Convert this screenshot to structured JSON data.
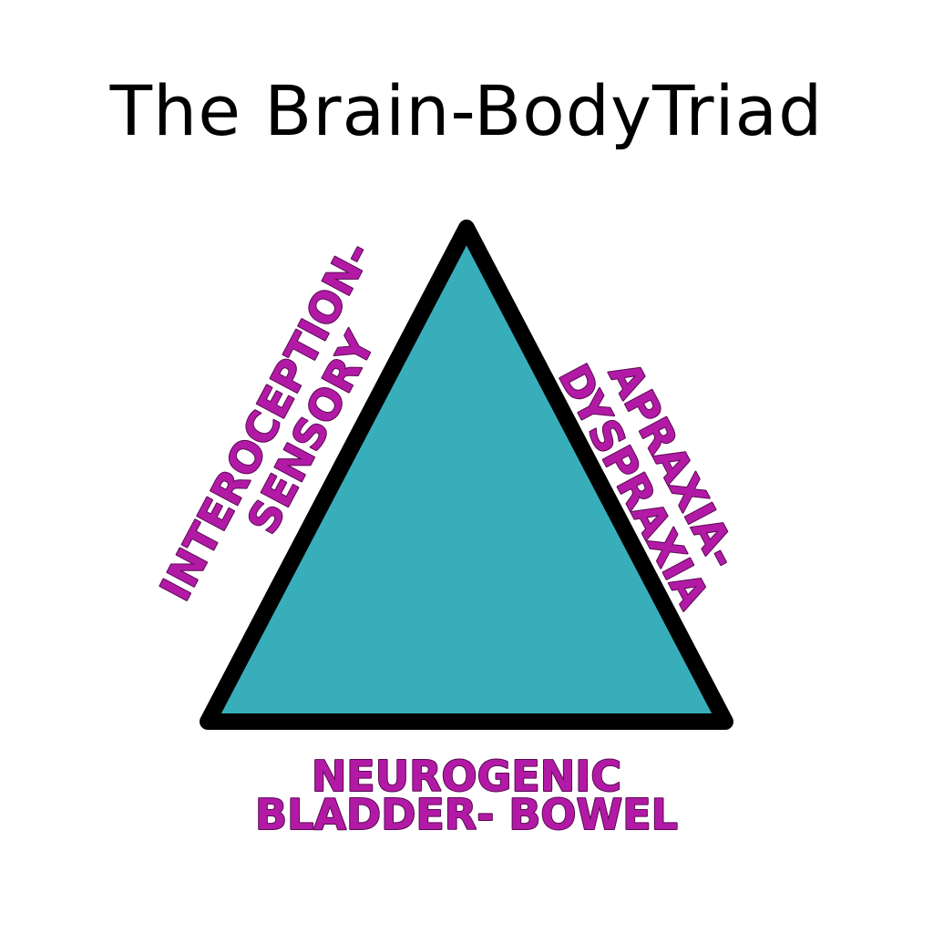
{
  "title": "The Brain-BodyTriad",
  "colors": {
    "triangle_fill": "#38aebb",
    "triangle_stroke": "#000000",
    "label_color": "#b21aa6"
  },
  "labels": {
    "left": {
      "line1": "INTEROCEPTION-",
      "line2": "SENSORY"
    },
    "right": {
      "line1": "APRAXIA-",
      "line2": "DYSPRAXIA"
    },
    "bottom": {
      "line1": "NEUROGENIC",
      "line2": "BLADDER- BOWEL"
    }
  }
}
